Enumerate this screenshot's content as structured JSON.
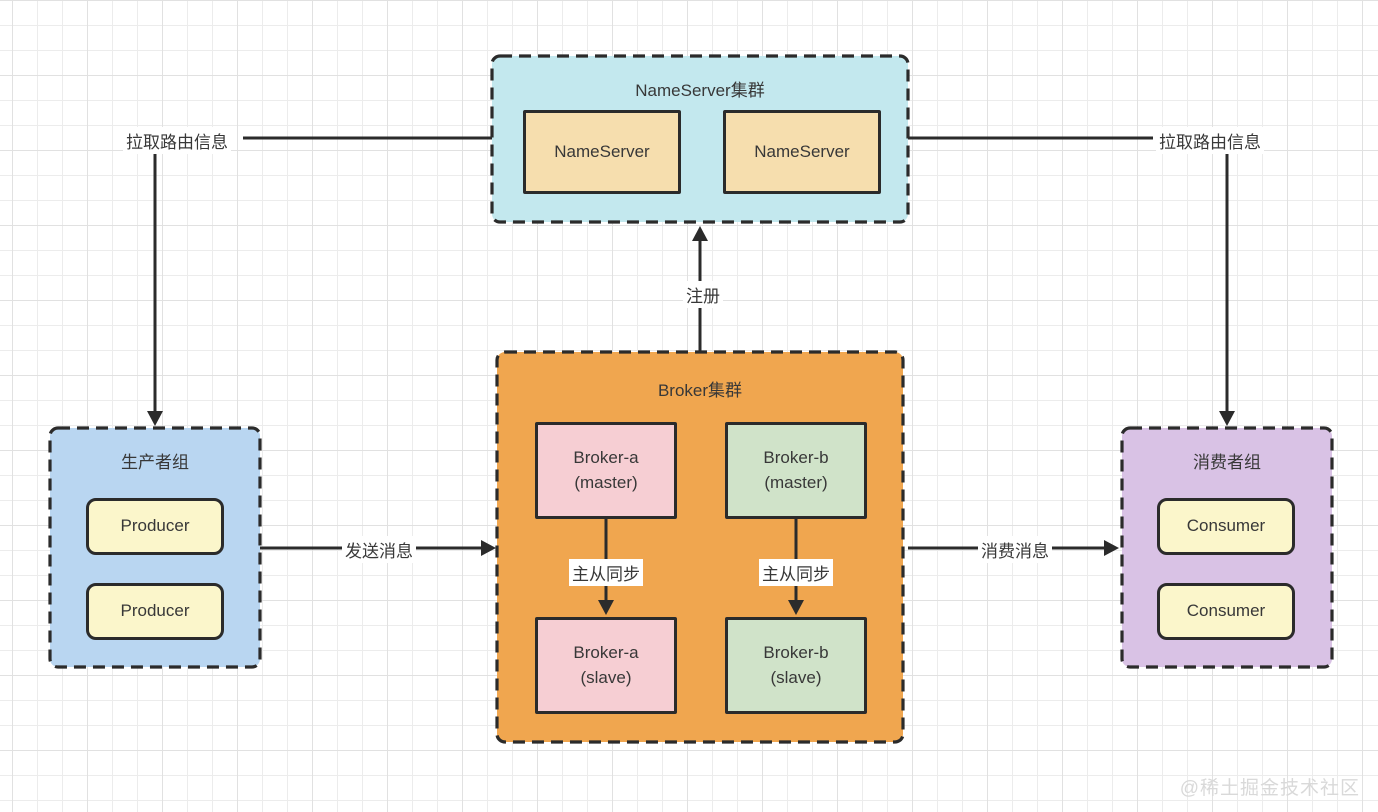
{
  "nameserver_cluster": {
    "title": "NameServer集群",
    "nodes": [
      "NameServer",
      "NameServer"
    ]
  },
  "broker_cluster": {
    "title": "Broker集群",
    "nodes": [
      {
        "line1": "Broker-a",
        "line2": "(master)"
      },
      {
        "line1": "Broker-b",
        "line2": "(master)"
      },
      {
        "line1": "Broker-a",
        "line2": "(slave)"
      },
      {
        "line1": "Broker-b",
        "line2": "(slave)"
      }
    ]
  },
  "producer_group": {
    "title": "生产者组",
    "nodes": [
      "Producer",
      "Producer"
    ]
  },
  "consumer_group": {
    "title": "消费者组",
    "nodes": [
      "Consumer",
      "Consumer"
    ]
  },
  "edge_labels": {
    "pull_route_left": "拉取路由信息",
    "pull_route_right": "拉取路由信息",
    "register": "注册",
    "send_message": "发送消息",
    "consume_message": "消费消息",
    "sync_left": "主从同步",
    "sync_right": "主从同步"
  },
  "watermark": "@稀土掘金技术社区",
  "colors": {
    "cyan": "#c3e8ee",
    "tan": "#f6deae",
    "orange": "#f0a64f",
    "pink": "#f6ced3",
    "green": "#d0e3c9",
    "blue": "#b9d6f1",
    "yellow": "#fbf6cb",
    "purple": "#d9c2e5",
    "ink": "#2b2b2b",
    "text": "#383838",
    "watermark": "#d9d9d9",
    "grid_minor": "#ececec",
    "grid_major": "#e1e1e1"
  }
}
